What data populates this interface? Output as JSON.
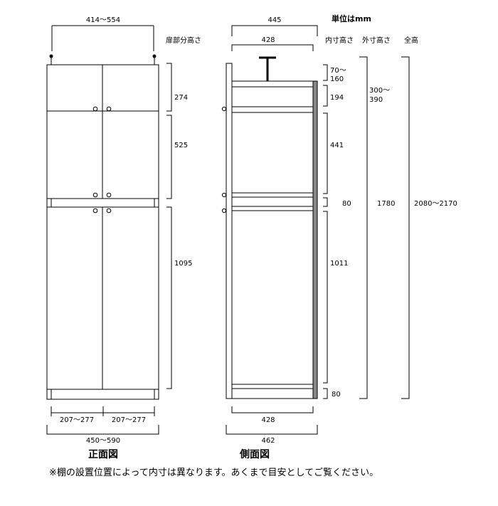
{
  "unit": "単位はmm",
  "front": {
    "caption": "正面図",
    "top_width": "414～554",
    "door_height_header": "扉部分高さ",
    "door_heights": [
      "274",
      "525",
      "1095"
    ],
    "door_width_left": "207～277",
    "door_width_right": "207～277",
    "overall_width": "450～590"
  },
  "side": {
    "caption": "側面図",
    "top_outer": "445",
    "top_inner": "428",
    "bottom_inner": "428",
    "bottom_outer": "462",
    "headers": {
      "inner": "内寸高さ",
      "outer": "外寸高さ",
      "total": "全高"
    },
    "inner_heights": {
      "top_gap_a": "70～",
      "top_gap_b": "160",
      "upper": "194",
      "middle": "441",
      "shelf": "80",
      "lower": "1011",
      "base": "80"
    },
    "outer_upper_a": "300～",
    "outer_upper_b": "390",
    "outer_main": "1780",
    "total_height": "2080～2170"
  },
  "note": "※棚の設置位置によって内寸は異なります。あくまで目安としてご覧ください。"
}
